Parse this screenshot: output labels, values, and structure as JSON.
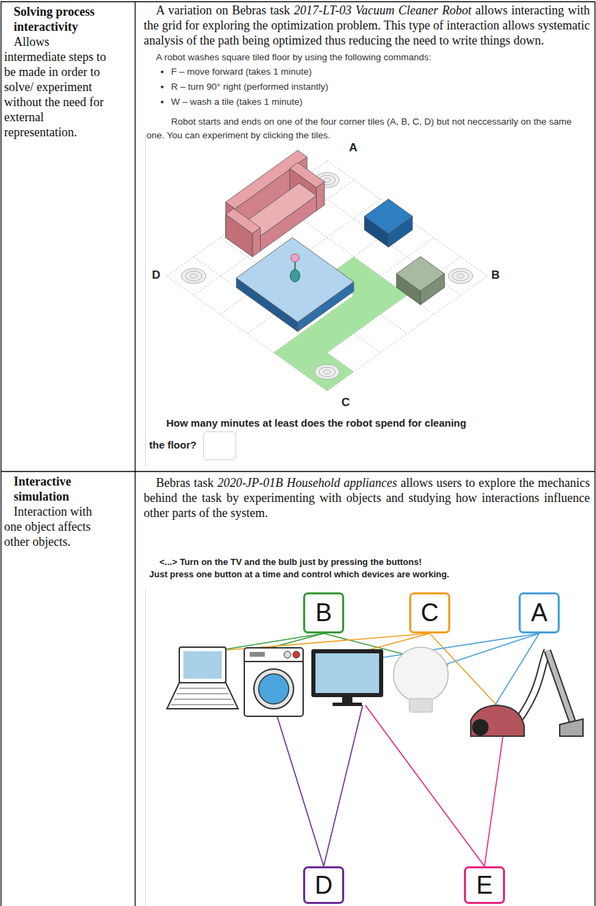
{
  "diagram": {
    "nodes": [
      {
        "text": [
          "Solving process interactivity",
          "Allows intermediate steps to be made in order to solve/ experiment without the need for external representation."
        ]
      },
      {
        "text": [
          "Interactive simulation",
          "Interaction with one object affects other objects."
        ]
      },
      {
        "text": [
          "B"
        ]
      },
      {
        "text": [
          "C"
        ]
      },
      {
        "text": [
          "A"
        ]
      },
      {
        "text": [
          "D"
        ]
      },
      {
        "text": [
          "E"
        ]
      }
    ],
    "labels": [
      "A variation on Bebras task",
      "2017-LT-03 Vacuum Cleaner Robot",
      "allows interacting with the grid for exploring the optimization problem. This type of interaction allows systematic analysis of the path being optimized thus reducing the need to write things down.",
      "A robot washes square tiled floor by using the following commands:",
      "F – move forward (takes 1 minute)",
      "R – turn 90° right (performed instantly)",
      "W – wash a tile (takes 1 minute)",
      "Robot starts and ends on one of the four corner tiles (A, B, C, D) but not neccessarily on the same one. You can experiment by clicking the tiles.",
      "A",
      "D",
      "B",
      "C",
      "How many minutes at least does the robot spend for cleaning the floor?",
      "Bebras task",
      "2020-JP-01B Household appliances",
      "allows users to explore the mechanics behind the task by experimenting with objects and studying how interactions influence other parts of the system.",
      "<...> Turn on the TV and the bulb just by pressing the buttons!",
      "Just press one button at a time and control which devices are working."
    ]
  }
}
